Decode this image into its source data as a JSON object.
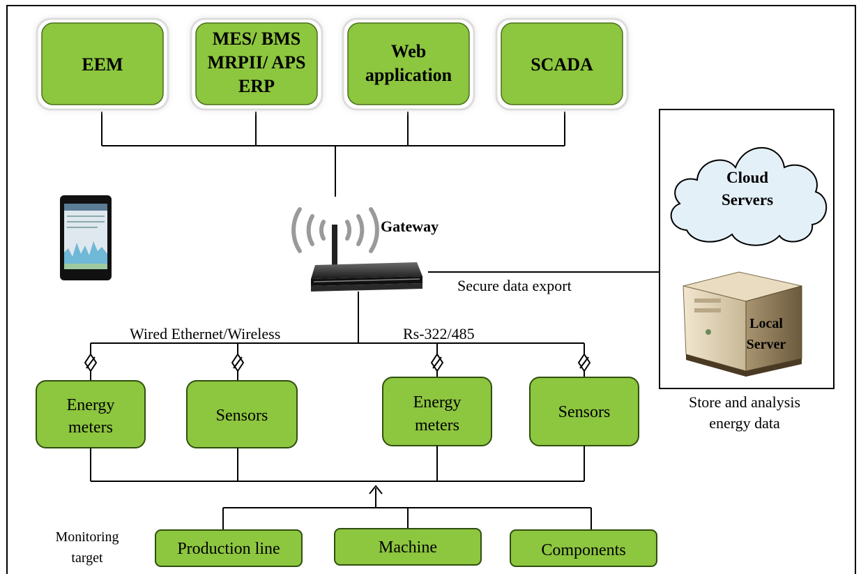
{
  "top_systems": [
    {
      "lines": [
        "EEM"
      ]
    },
    {
      "lines": [
        "MES/ BMS",
        "MRPII/ APS",
        "ERP"
      ]
    },
    {
      "lines": [
        "Web",
        "application"
      ]
    },
    {
      "lines": [
        "SCADA"
      ]
    }
  ],
  "gateway": {
    "label": "Gateway"
  },
  "export": {
    "label": "Secure data export"
  },
  "storage": {
    "cloud_lines": [
      "Cloud",
      "Servers"
    ],
    "local_lines": [
      "Local",
      "Server"
    ],
    "caption_lines": [
      "Store and analysis",
      "energy data"
    ]
  },
  "network": {
    "wired_label": "Wired Ethernet/Wireless",
    "serial_label": "Rs-322/485"
  },
  "devices": [
    {
      "lines": [
        "Energy",
        "meters"
      ]
    },
    {
      "lines": [
        "Sensors"
      ]
    },
    {
      "lines": [
        "Energy",
        "meters"
      ]
    },
    {
      "lines": [
        "Sensors"
      ]
    }
  ],
  "monitoring": {
    "label_lines": [
      "Monitoring",
      "target"
    ],
    "targets": [
      "Production line",
      "Machine",
      "Components"
    ]
  },
  "colors": {
    "box_green": "#8dc63f",
    "box_border": "#2f4f0f",
    "device_green": "#8dc63f",
    "cloud_fill": "#e4f0f8",
    "line": "#000000"
  },
  "icons": {
    "phone": "smartphone-icon",
    "router": "wireless-router-icon",
    "cloud": "cloud-icon",
    "server": "server-tower-icon",
    "connector": "connector-diamond-icon",
    "arrow": "up-arrow-icon"
  }
}
